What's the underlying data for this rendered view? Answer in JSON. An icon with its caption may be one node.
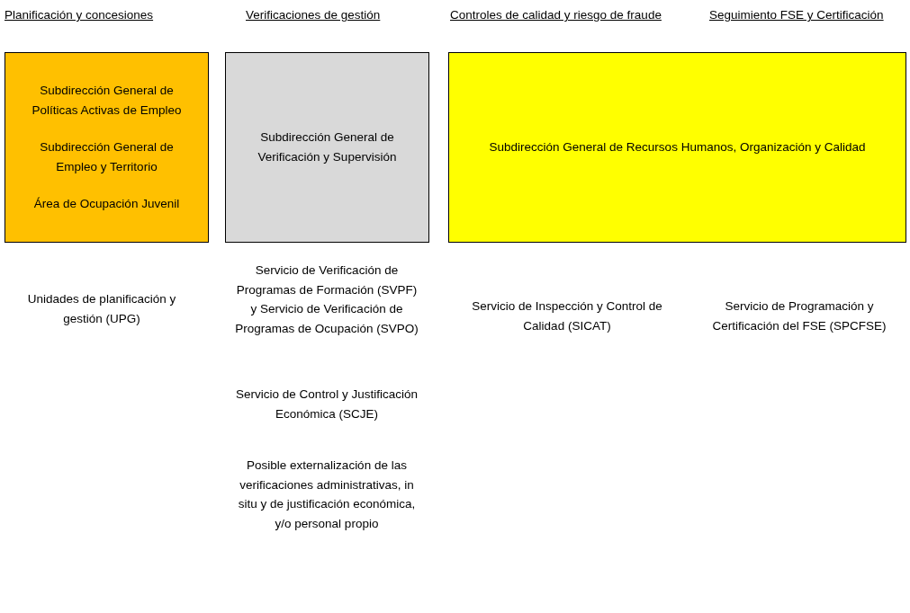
{
  "diagram": {
    "nodes": [
      {
        "text": [
          "Subdirección General de Políticas Activas de Empleo",
          "Subdirección General de Empleo y Territorio",
          "Área de Ocupación Juvenil"
        ]
      },
      {
        "text": [
          "Subdirección General de Verificación y Supervisión"
        ]
      },
      {
        "text": [
          "Subdirección General de Recursos Humanos, Organización y Calidad"
        ]
      }
    ],
    "labels": [
      "Planificación y concesiones",
      "Verificaciones de gestión",
      "Controles de calidad y riesgo de fraude",
      "Seguimiento FSE y Certificación",
      "Unidades de planificación y gestión (UPG)",
      "Servicio de Verificación de Programas de Formación (SVPF) y Servicio de Verificación de Programas de Ocupación (SVPO)",
      "Servicio de Inspección y Control de Calidad (SICAT)",
      "Servicio de Programación y Certificación del FSE (SPCFSE)",
      "Servicio de Control y Justificación Económica (SCJE)",
      "Posible externalización de las verificaciones administrativas, in situ y de justificación económica, y/o personal propio"
    ]
  }
}
